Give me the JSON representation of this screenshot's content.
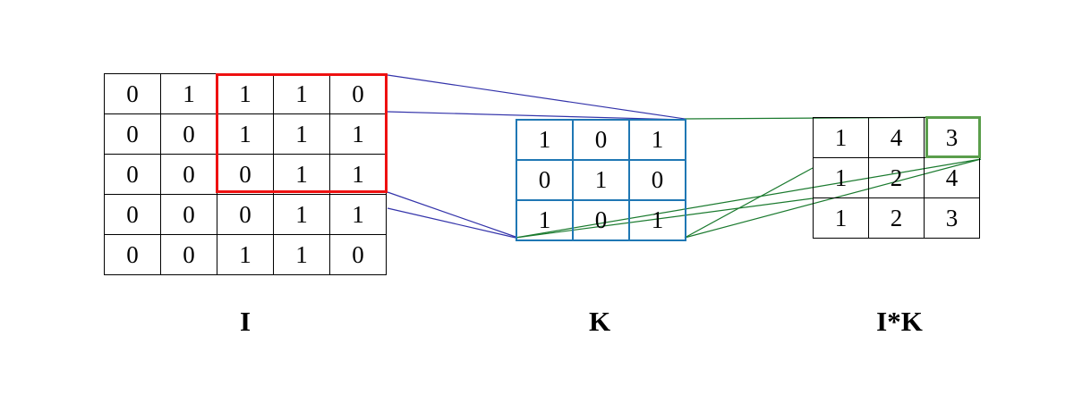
{
  "figure": {
    "title": "2D convolution of input I with kernel K",
    "background_color": "#ffffff"
  },
  "matrices": {
    "input": {
      "label": "I",
      "rows": 5,
      "cols": 5,
      "border_color": "#000000",
      "values": [
        [
          "0",
          "1",
          "1",
          "1",
          "0"
        ],
        [
          "0",
          "0",
          "1",
          "1",
          "1"
        ],
        [
          "0",
          "0",
          "0",
          "1",
          "1"
        ],
        [
          "0",
          "0",
          "0",
          "1",
          "1"
        ],
        [
          "0",
          "0",
          "1",
          "1",
          "0"
        ]
      ]
    },
    "kernel": {
      "label": "K",
      "rows": 3,
      "cols": 3,
      "border_color": "#1f77b4",
      "values": [
        [
          "1",
          "0",
          "1"
        ],
        [
          "0",
          "1",
          "0"
        ],
        [
          "1",
          "0",
          "1"
        ]
      ]
    },
    "output": {
      "label": "I*K",
      "rows": 3,
      "cols": 3,
      "border_color": "#000000",
      "values": [
        [
          "1",
          "4",
          "3"
        ],
        [
          "1",
          "2",
          "4"
        ],
        [
          "1",
          "2",
          "3"
        ]
      ]
    }
  },
  "highlights": {
    "receptive_field": {
      "name": "red-receptive-field-box",
      "color": "#ee1111",
      "covers_rows": "1-3",
      "covers_cols": "3-5"
    },
    "output_cell": {
      "name": "green-output-cell-box",
      "color": "#5a9e4b",
      "covers_row": "1",
      "covers_col": "3",
      "value": "3"
    }
  },
  "connectors": {
    "input_to_kernel_color": "#3333aa",
    "kernel_to_output_color": "#1a7a2e"
  }
}
